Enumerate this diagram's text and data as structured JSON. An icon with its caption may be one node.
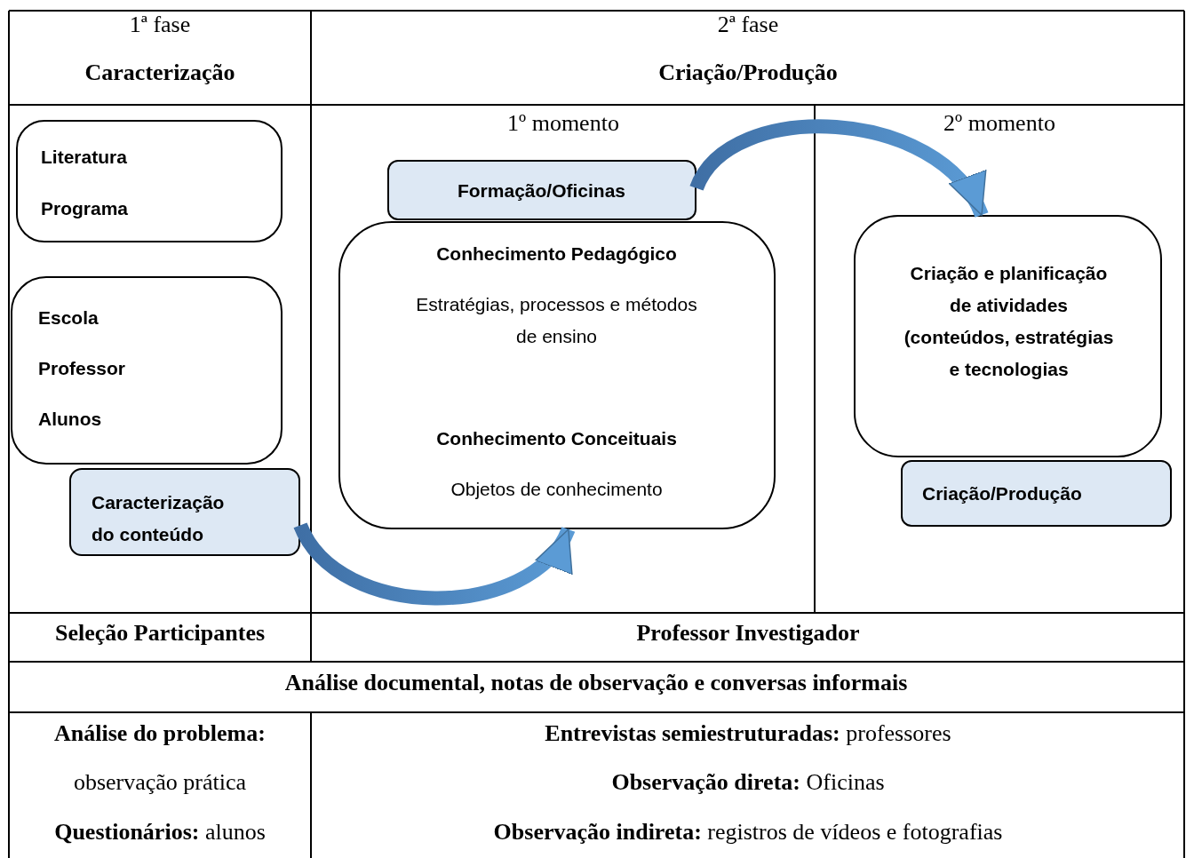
{
  "diagram": {
    "nodes": [
      {
        "text": [
          "Literatura",
          "Programa"
        ]
      },
      {
        "text": [
          "Escola",
          "Professor",
          "Alunos"
        ]
      },
      {
        "text": [
          "Caracterização do conteúdo"
        ]
      },
      {
        "text": [
          "Conhecimento Pedagógico",
          "Estratégias, processos e métodos de ensino",
          "Conhecimento Conceituais",
          "Objetos de conhecimento"
        ]
      },
      {
        "text": [
          "Formação/Oficinas"
        ]
      },
      {
        "text": [
          "Criação e planificação de atividades (conteúdos, estratégias e tecnologias"
        ]
      },
      {
        "text": [
          "Criação/Produção"
        ]
      }
    ],
    "edges": [
      {
        "from": 2,
        "to": 3,
        "arrow": "to"
      },
      {
        "from": 4,
        "to": 5,
        "arrow": "to"
      }
    ],
    "labels": [
      "1ª fase",
      "2ª fase",
      "Caracterização",
      "Criação/Produção",
      "1º momento",
      "2º momento",
      "Seleção Participantes",
      "Professor Investigador",
      "Análise documental, notas de observação e conversas informais",
      "Análise do problema:",
      "**Entrevistas semiestruturadas:** professores",
      "observação prática",
      "**Observação direta:** Oficinas",
      "**Questionários:** alunos",
      "**Observação indireta:** registros de vídeos e fotografias"
    ]
  }
}
